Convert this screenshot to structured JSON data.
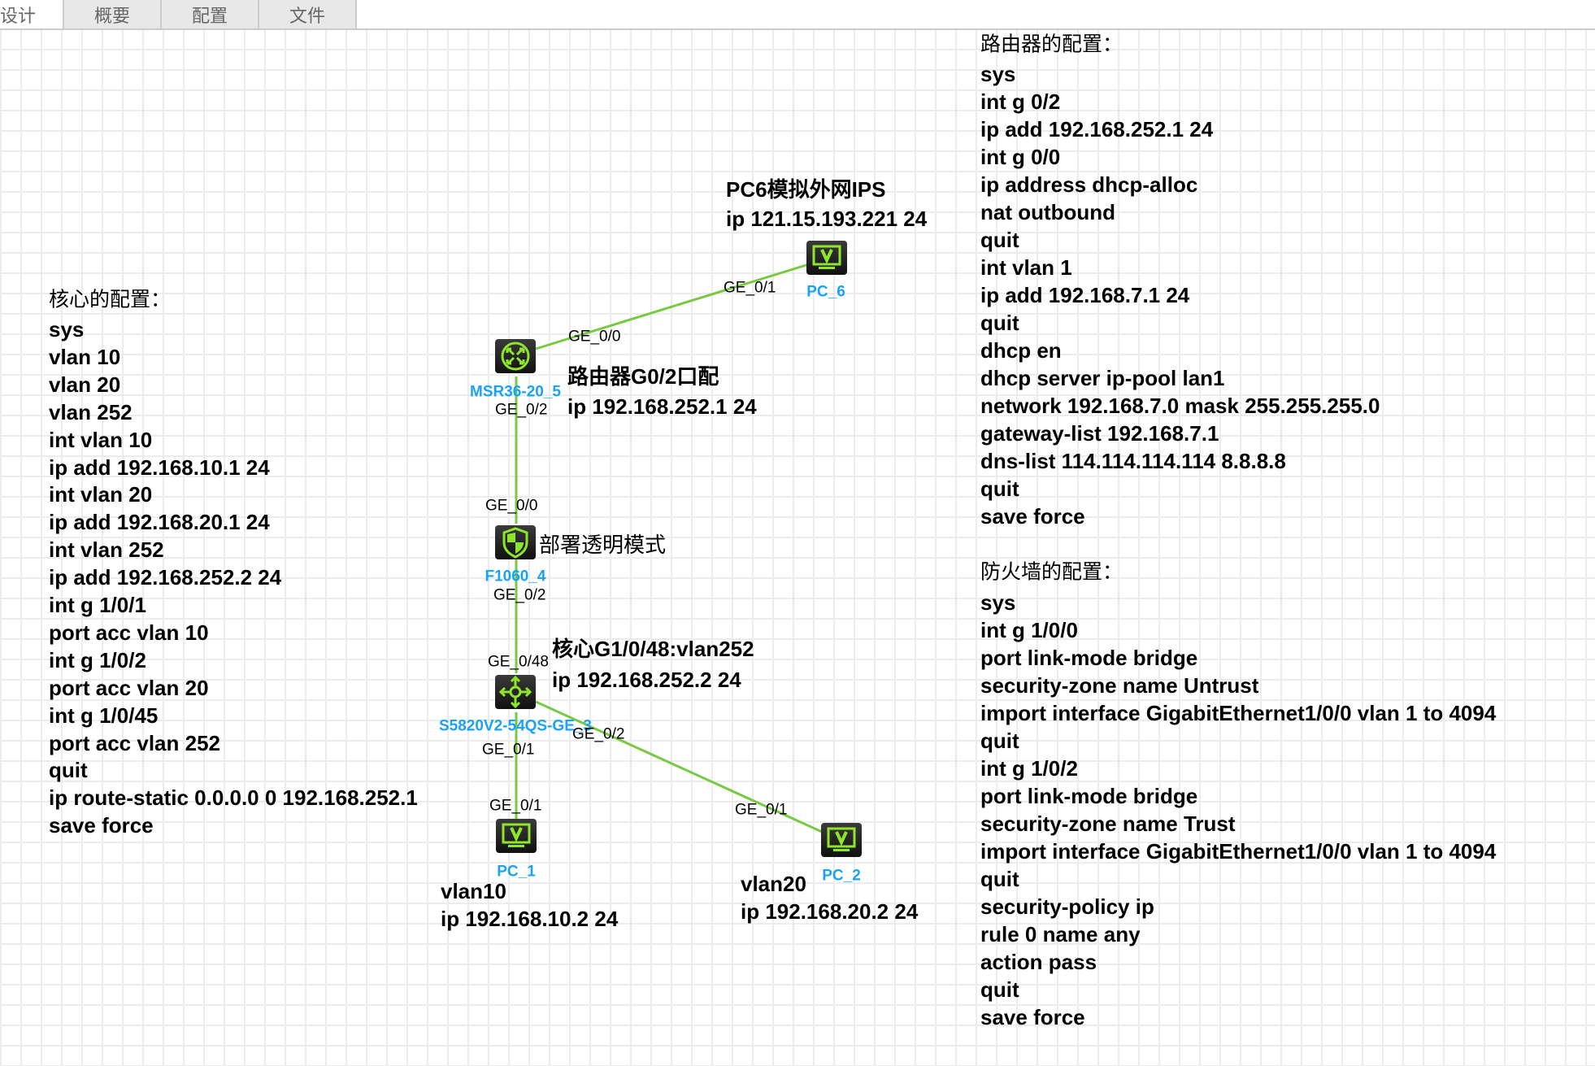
{
  "tabs": [
    "设计",
    "概要",
    "配置",
    "文件"
  ],
  "core_config": {
    "title": "核心的配置：",
    "lines": [
      "sys",
      "vlan 10",
      "vlan 20",
      "vlan 252",
      "int vlan 10",
      "ip add 192.168.10.1 24",
      "int vlan 20",
      "ip add 192.168.20.1 24",
      "int vlan 252",
      "ip add 192.168.252.2 24",
      "int g 1/0/1",
      "port acc vlan 10",
      "int g 1/0/2",
      "port acc vlan 20",
      "int g 1/0/45",
      "port acc vlan 252",
      "quit",
      "ip route-static 0.0.0.0 0 192.168.252.1",
      "save force"
    ]
  },
  "router_config": {
    "title": "路由器的配置：",
    "lines": [
      "sys",
      "int g 0/2",
      "ip add 192.168.252.1 24",
      "int g 0/0",
      "ip address dhcp-alloc",
      "nat outbound",
      "quit",
      "int vlan 1",
      "ip add 192.168.7.1 24",
      "quit",
      "dhcp en",
      "dhcp server ip-pool lan1",
      "network 192.168.7.0 mask 255.255.255.0",
      "gateway-list 192.168.7.1",
      "dns-list 114.114.114.114 8.8.8.8",
      "quit",
      "save force"
    ]
  },
  "firewall_config": {
    "title": "防火墙的配置：",
    "lines": [
      "sys",
      "int g 1/0/0",
      "port link-mode bridge",
      "security-zone name Untrust",
      "import interface GigabitEthernet1/0/0 vlan 1 to 4094",
      "quit",
      "int g 1/0/2",
      "port link-mode bridge",
      "security-zone name Trust",
      "import interface GigabitEthernet1/0/0 vlan 1 to 4094",
      "quit",
      "security-policy ip",
      "rule 0 name any",
      "action pass",
      "quit",
      "save force"
    ]
  },
  "devices": {
    "pc6": "PC_6",
    "router": "MSR36-20_5",
    "firewall": "F1060_4",
    "switch": "S5820V2-54QS-GE_3",
    "pc1": "PC_1",
    "pc2": "PC_2"
  },
  "ports": {
    "pc6_ge01": "GE_0/1",
    "router_ge00": "GE_0/0",
    "router_ge02": "GE_0/2",
    "fw_ge00": "GE_0/0",
    "fw_ge02": "GE_0/2",
    "sw_ge048": "GE_0/48",
    "sw_ge02": "GE_0/2",
    "sw_ge01": "GE_0/1",
    "pc1_ge01": "GE_0/1",
    "pc2_ge01": "GE_0/1"
  },
  "notes": {
    "pc6_title": "PC6模拟外网IPS",
    "pc6_ip": "ip 121.15.193.221 24",
    "router_title": "路由器G0/2口配",
    "router_ip": "ip 192.168.252.1 24",
    "fw_mode": "部署透明模式",
    "sw_title": "核心G1/0/48:vlan252",
    "sw_ip": "ip 192.168.252.2 24",
    "pc1_vlan": "vlan10",
    "pc1_ip": "ip 192.168.10.2 24",
    "pc2_vlan": "vlan20",
    "pc2_ip": "ip 192.168.20.2 24"
  },
  "colors": {
    "link": "#7ac943",
    "device_name": "#1aa3f5",
    "icon": "#8ee62b"
  }
}
